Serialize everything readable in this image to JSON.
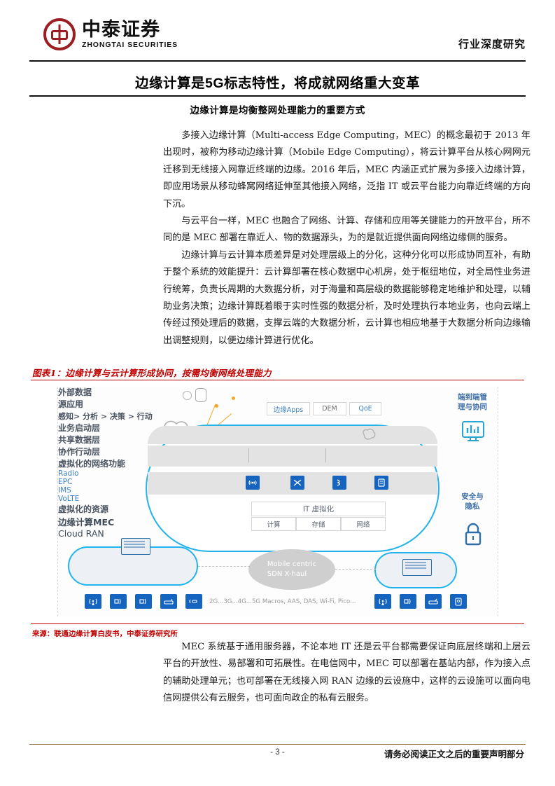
{
  "header": {
    "logo_cn": "中泰证券",
    "logo_en": "ZHONGTAI SECURITIES",
    "doc_type": "行业深度研究"
  },
  "titles": {
    "h1_part1": "边缘计算是",
    "h1_5g": "5G",
    "h1_part2": "标志特性，将成就网络重大变革",
    "h2": "边缘计算是均衡整网处理能力的重要方式"
  },
  "body": {
    "paragraphs_top": [
      "多接入边缘计算（Multi-access Edge Computing，MEC）的概念最初于 2013 年出现时，被称为移动边缘计算（Mobile Edge Computing），将云计算平台从核心网网元迁移到无线接入网靠近终端的边缘。2016 年后，MEC 内涵正式扩展为多接入边缘计算，即应用场景从移动蜂窝网络延伸至其他接入网络，泛指 IT 或云平台能力向靠近终端的方向下沉。",
      "与云平台一样，MEC 也融合了网络、计算、存储和应用等关键能力的开放平台，所不同的是 MEC 部署在靠近人、物的数据源头，为的是就近提供面向网络边缘侧的服务。",
      "边缘计算与云计算本质差异是对处理层级上的分化，这种分化可以形成协同互补，有助于整个系统的效能提升：云计算部署在核心数据中心机房，处于枢纽地位，对全局性业务进行统筹，负责长周期的大数据分析，对于海量和高层级的数据能够稳定地维护和处理，以辅助业务决策；边缘计算既着眼于实时性强的数据分析，及时处理执行本地业务，也向云端上传经过预处理后的数据，支撑云端的大数据分析，云计算也相应地基于大数据分析向边缘输出调整规则，以便边缘计算进行优化。"
    ],
    "paragraphs_bottom": [
      "MEC 系统基于通用服务器，不论本地 IT 还是云平台都需要保证向底层终端和上层云平台的开放性、易部署和可拓展性。在电信网中，MEC 可以部署在基站内部，作为接入点的辅助处理单元；也可部署在无线接入网 RAN 边缘的云设施中，这样的云设施可以面向电信网提供公有云服务，也可面向政企的私有云服务。"
    ]
  },
  "figure": {
    "caption": "图表1：边缘计算与云计算形成协同，按需均衡网络处理能力",
    "source": "来源：联通边缘计算白皮书，中泰证券研究所",
    "external_label": "外部数据\n源应用",
    "top_chips": [
      "边缘Apps",
      "DEM",
      "QoE"
    ],
    "flow_text": "感知> 分析 > 决策 > 行动",
    "layer_row": [
      "业务启动层",
      "共享数据层",
      "协作行动层"
    ],
    "vnf_label": "虚拟化的网络功能",
    "vnf_items": [
      "Radio",
      "EPC",
      "IMS",
      "VoLTE"
    ],
    "resource_label": "虚拟化的资源",
    "it_virtual": "IT 虚拟化",
    "resource_items": [
      "计算",
      "存储",
      "网络"
    ],
    "mec_node": "边缘计算MEC",
    "cloud_ran": "Cloud RAN",
    "sdn_oval": "Mobile centric\nSDN X-haul",
    "access_note": "2G...3G...4G...5G Macros, AAS, DAS, Wi-Fi, Pico...",
    "right_labels": [
      "端到端管\n理与协同",
      "安全与\n隐私"
    ],
    "right_icons": [
      "monitor-chart-icon",
      "lock-icon"
    ],
    "colors": {
      "cloud_outline": "#22b3ec",
      "icon_blue": "#1565c0",
      "band_grey": "#e3e3e3",
      "accent_orange": "#f5a623",
      "caption_red": "#c00000"
    }
  },
  "footer": {
    "page_number": "- 3 -",
    "disclaimer": "请务必阅读正文之后的重要声明部分"
  }
}
